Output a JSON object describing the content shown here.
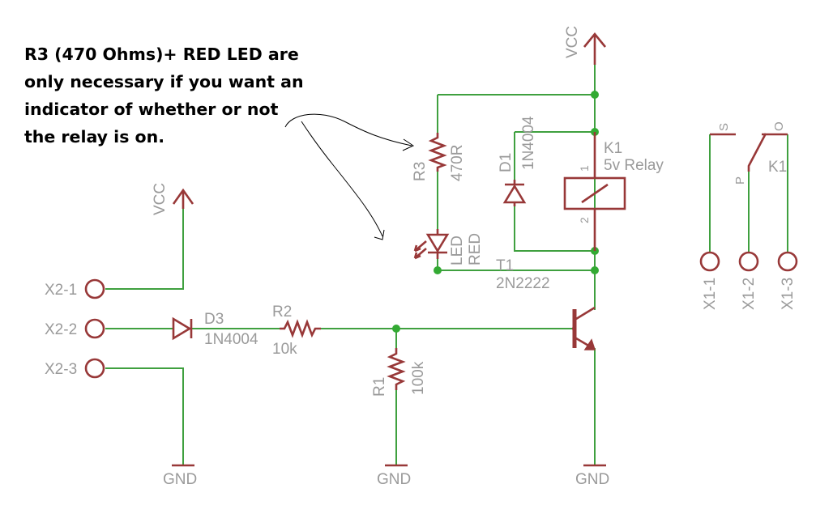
{
  "note": {
    "lines": [
      "R3 (470 Ohms)+ RED LED are",
      "only necessary if you want an",
      "indicator of whether or not",
      "the relay is on."
    ]
  },
  "labels": {
    "vcc_top": "VCC",
    "vcc_left": "VCC",
    "x2_1": "X2-1",
    "x2_2": "X2-2",
    "x2_3": "X2-3",
    "d3_name": "D3",
    "d3_value": "1N4004",
    "r2_name": "R2",
    "r2_value": "10k",
    "r1_name": "R1",
    "r1_value": "100k",
    "r3_name": "R3",
    "r3_value": "470R",
    "led_name": "LED",
    "led_value": "RED",
    "d1_name": "D1",
    "d1_value": "1N4004",
    "k1_name": "K1",
    "k1_value": "5v Relay",
    "pin1": "1",
    "pin2": "2",
    "t1_name": "T1",
    "t1_value": "2N2222",
    "gnd_left": "GND",
    "gnd_mid": "GND",
    "gnd_right": "GND",
    "sw_s": "S",
    "sw_o": "O",
    "sw_p": "P",
    "sw_k1": "K1",
    "x1_1": "X1-1",
    "x1_2": "X1-2",
    "x1_3": "X1-3"
  }
}
